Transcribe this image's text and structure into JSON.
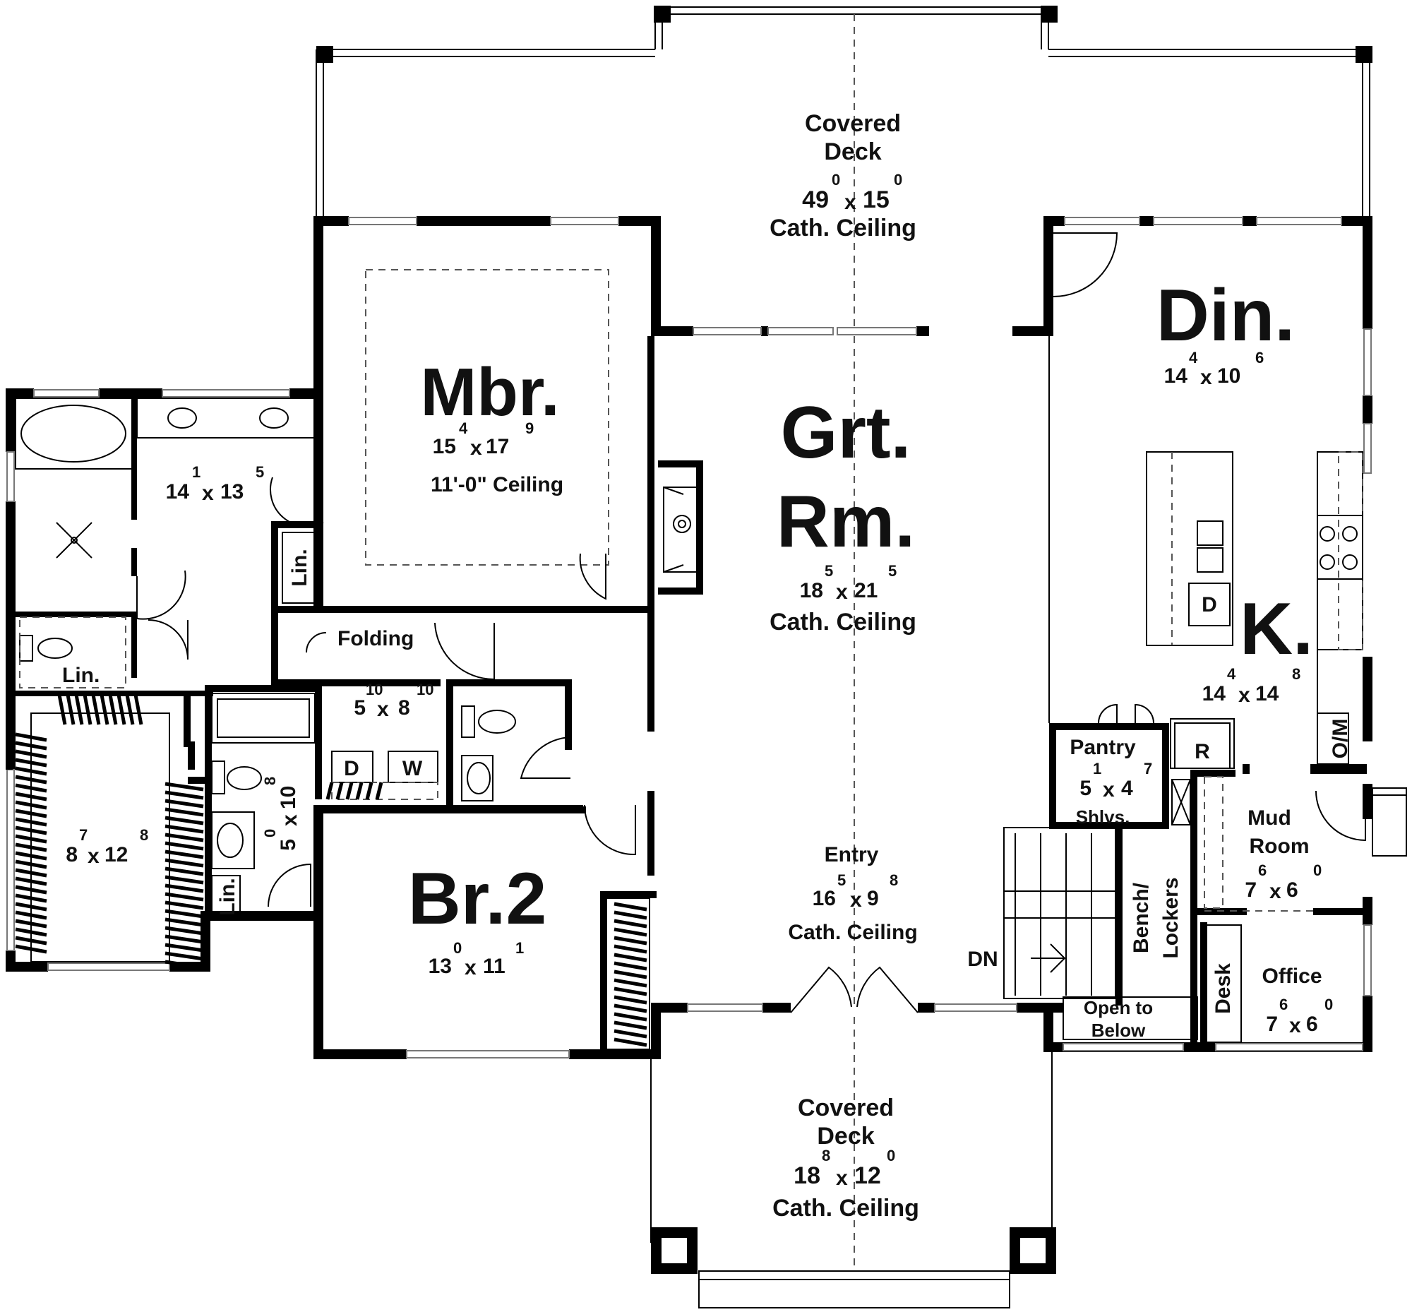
{
  "rooms": {
    "covered_deck_top": {
      "line1": "Covered",
      "line2": "Deck",
      "w": "49",
      "w_sup": "0",
      "x": "x",
      "d": "15",
      "d_sup": "0",
      "note": "Cath. Ceiling"
    },
    "mbr": {
      "name": "Mbr.",
      "w": "15",
      "w_sup": "4",
      "x": "x",
      "d": "17",
      "d_sup": "9",
      "note": "11'-0\" Ceiling"
    },
    "master_bath": {
      "w": "14",
      "w_sup": "1",
      "x": "x",
      "d": "13",
      "d_sup": "5"
    },
    "grt_rm": {
      "line1": "Grt.",
      "line2": "Rm.",
      "w": "18",
      "w_sup": "5",
      "x": "x",
      "d": "21",
      "d_sup": "5",
      "note": "Cath. Ceiling"
    },
    "din": {
      "name": "Din.",
      "w": "14",
      "w_sup": "4",
      "x": "x",
      "d": "10",
      "d_sup": "6"
    },
    "kitchen": {
      "name": "K.",
      "w": "14",
      "w_sup": "4",
      "x": "x",
      "d": "14",
      "d_sup": "8"
    },
    "laundry": {
      "label": "Folding",
      "w": "5",
      "w_sup": "10",
      "x": "x",
      "d": "8",
      "d_sup": "10",
      "dryer": "D",
      "washer": "W"
    },
    "closet": {
      "w": "8",
      "w_sup": "7",
      "x": "x",
      "d": "12",
      "d_sup": "8"
    },
    "hall_bath": {
      "w": "5",
      "w_sup": "0",
      "x": "x",
      "d": "10",
      "d_sup": "8"
    },
    "br2": {
      "name": "Br.2",
      "w": "13",
      "w_sup": "0",
      "x": "x",
      "d": "11",
      "d_sup": "1"
    },
    "entry": {
      "name": "Entry",
      "w": "16",
      "w_sup": "5",
      "x": "x",
      "d": "9",
      "d_sup": "8",
      "note": "Cath. Ceiling"
    },
    "pantry": {
      "name": "Pantry",
      "w": "5",
      "w_sup": "1",
      "x": "x",
      "d": "4",
      "d_sup": "7",
      "note": "Shlvs."
    },
    "mud_room": {
      "line1": "Mud",
      "line2": "Room",
      "w": "7",
      "w_sup": "6",
      "x": "x",
      "d": "6",
      "d_sup": "0"
    },
    "office": {
      "name": "Office",
      "w": "7",
      "w_sup": "6",
      "x": "x",
      "d": "6",
      "d_sup": "0",
      "desk": "Desk"
    },
    "covered_deck_bottom": {
      "line1": "Covered",
      "line2": "Deck",
      "w": "18",
      "w_sup": "8",
      "x": "x",
      "d": "12",
      "d_sup": "0",
      "note": "Cath. Ceiling"
    }
  },
  "labels": {
    "lin_master": "Lin.",
    "lin_bath": "Lin.",
    "lin_hall": "Lin.",
    "dishwasher": "D",
    "refrigerator": "R",
    "oven_micro": "O/M",
    "bench_line1": "Bench/",
    "bench_line2": "Lockers",
    "stairs_dn": "DN",
    "open_line1": "Open to",
    "open_line2": "Below"
  }
}
